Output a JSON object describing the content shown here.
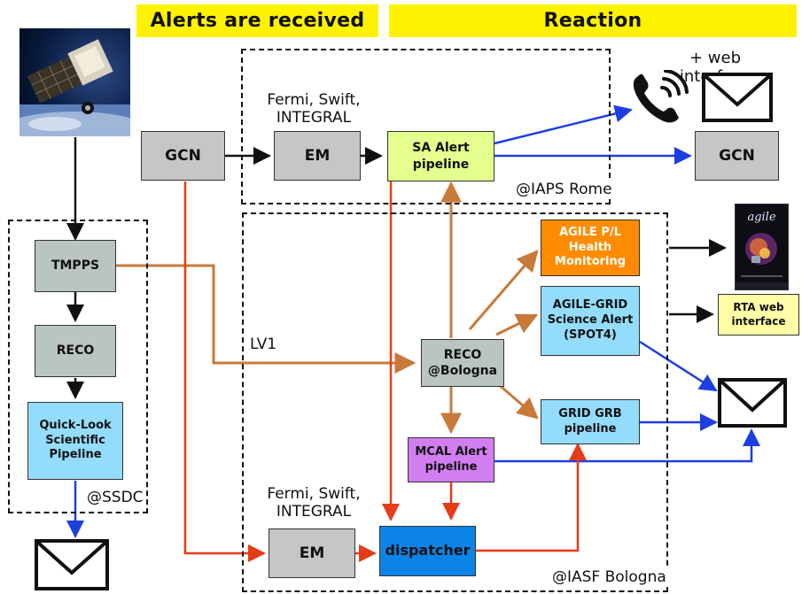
{
  "headers": {
    "alerts_received": "Alerts are received",
    "reaction": "Reaction"
  },
  "zones": {
    "ssdc": "@SSDC",
    "iaps": "@IAPS Rome",
    "iasf": "@IASF Bologna"
  },
  "labels": {
    "web_interface": "+ web interface",
    "ext_missions_top": "Fermi, Swift,\nINTEGRAL",
    "ext_missions_bottom": "Fermi, Swift,\nINTEGRAL",
    "lv1": "LV1"
  },
  "nodes": {
    "gcn_in": "GCN",
    "em_top": "EM",
    "sa_alert": "SA Alert\npipeline",
    "gcn_out": "GCN",
    "tmpps": "TMPPS",
    "reco_ssdc": "RECO",
    "quicklook": "Quick-Look\nScientific\nPipeline",
    "reco_bologna": "RECO\n@Bologna",
    "agile_health": "AGILE P/L\nHealth\nMonitoring",
    "agile_grid": "AGILE-GRID\nScience Alert\n(SPOT4)",
    "rta_web": "RTA web\ninterface",
    "grid_grb": "GRID GRB\npipeline",
    "mcal_alert": "MCAL Alert\npipeline",
    "em_bottom": "EM",
    "dispatcher": "dispatcher"
  },
  "icons": {
    "phone": "phone-icon",
    "email_top": "envelope-icon",
    "email_right": "envelope-icon",
    "email_bottom": "envelope-icon",
    "satellite": "satellite-image",
    "app": "agile-app-screenshot"
  },
  "colors": {
    "header_yellow": "#fef200",
    "arrow_black": "#111111",
    "arrow_blue": "#1d3fe0",
    "arrow_brown": "#c87a3a",
    "arrow_red": "#e63b17"
  }
}
